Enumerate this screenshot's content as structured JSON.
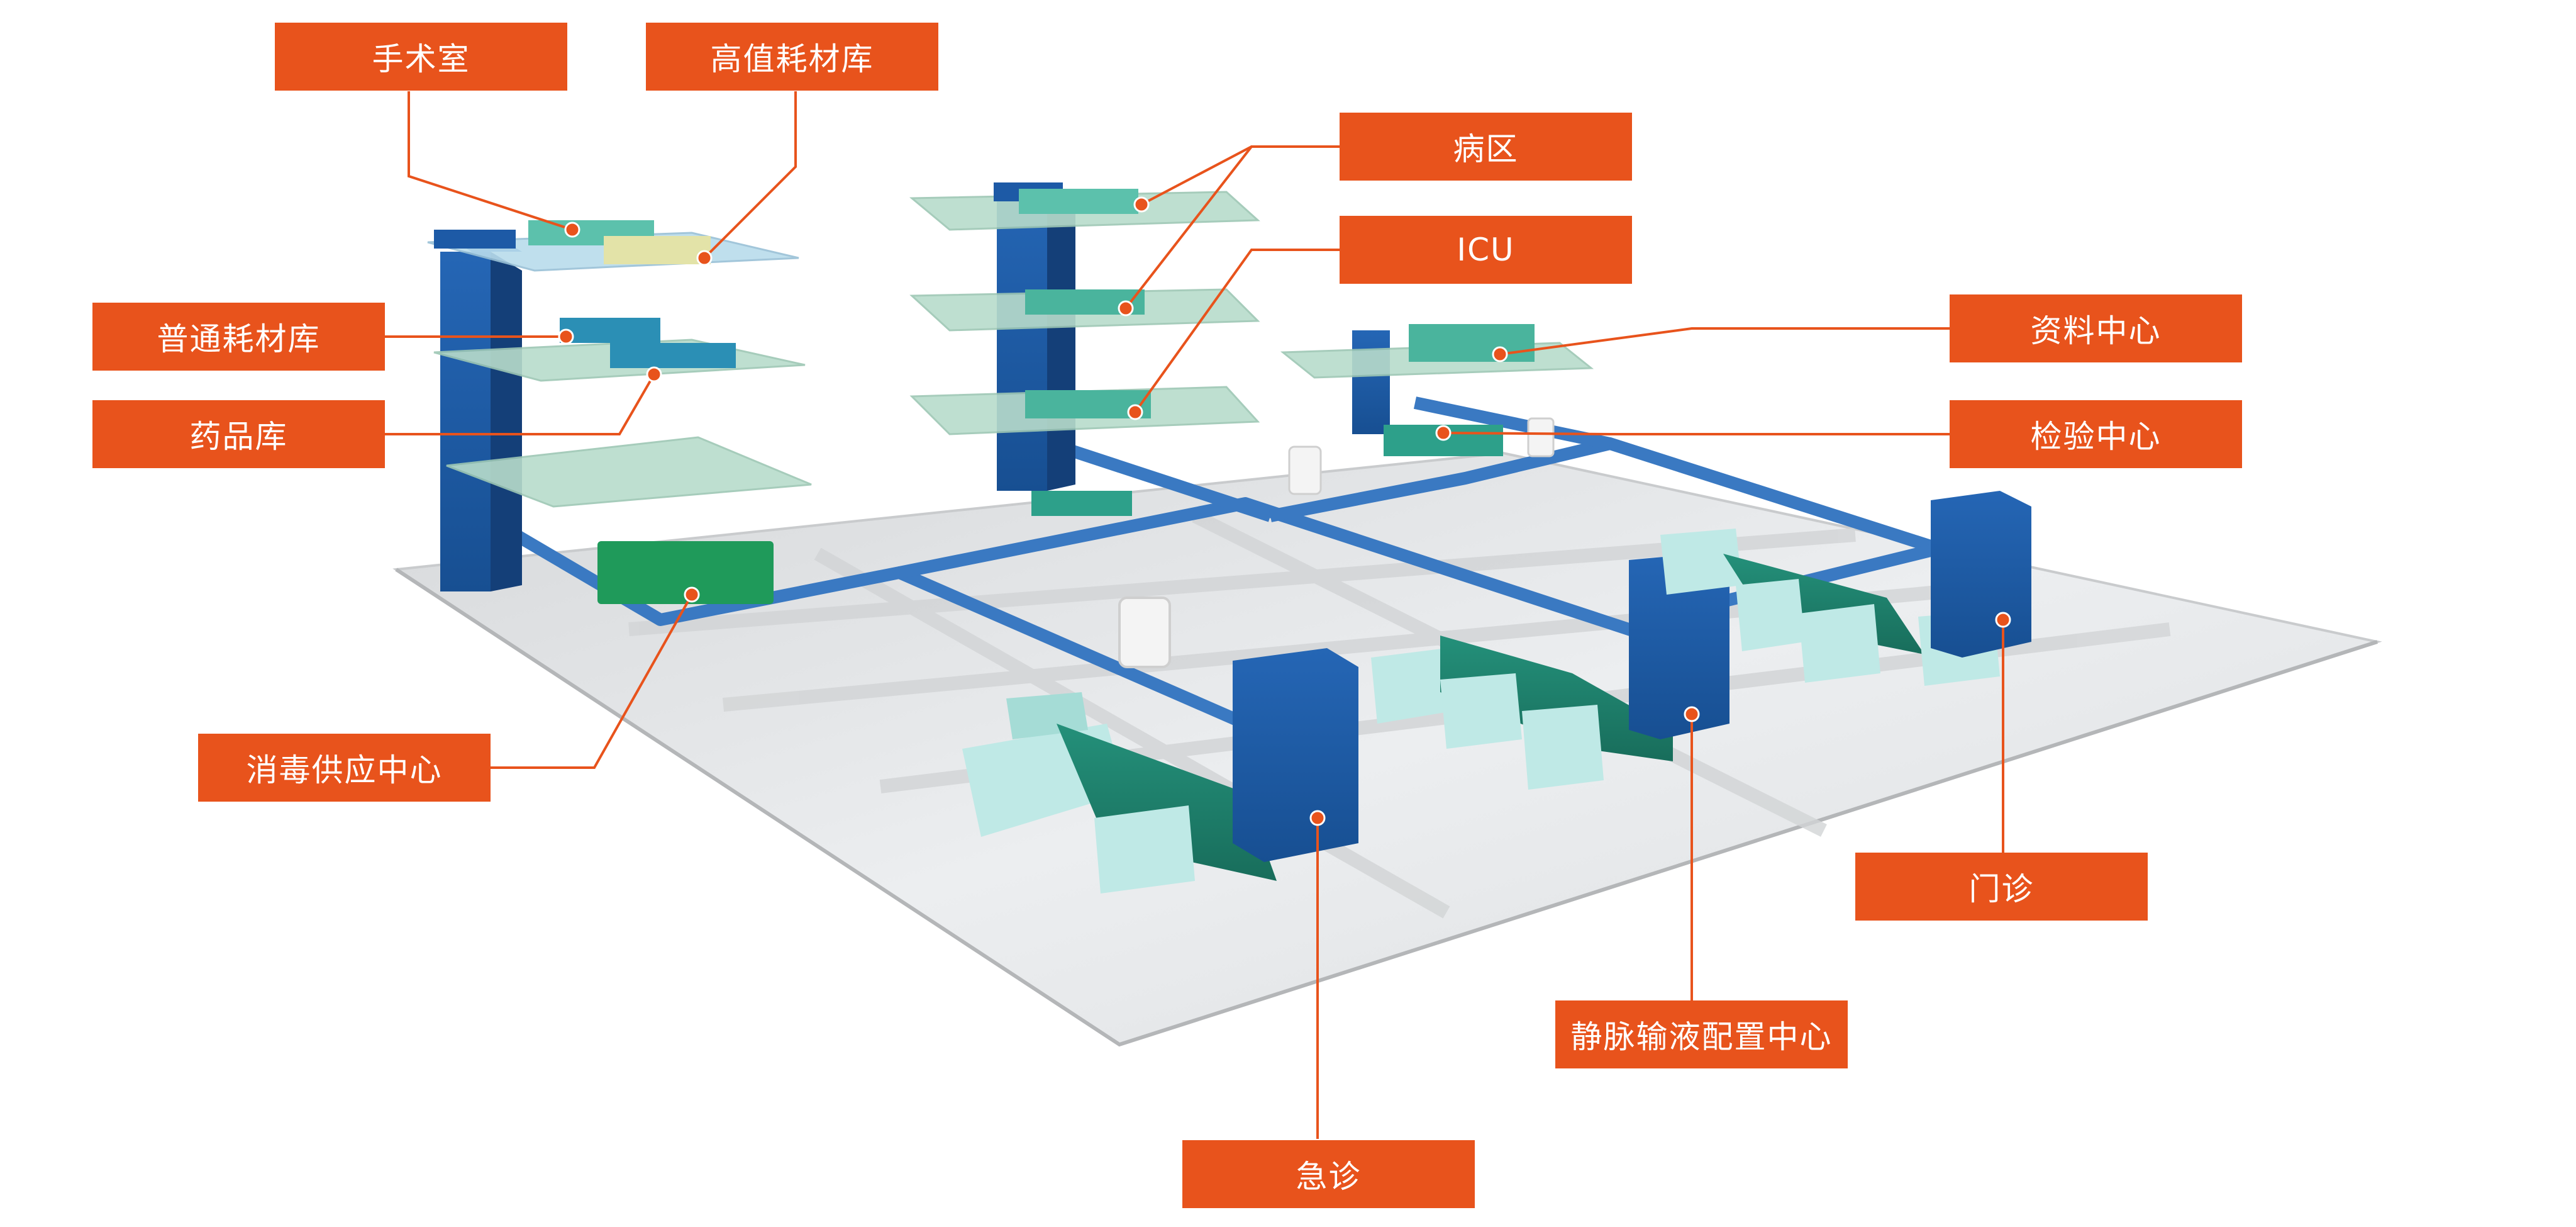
{
  "colors": {
    "label_bg": "#e8531c",
    "leader_line": "#e8531c",
    "building_blue": "#1d5aa6",
    "building_blue_dark": "#143f78",
    "ward_green": "#1f8a72",
    "ward_light": "#a8dcd6",
    "floor_glass": "#b8dccb",
    "ground": "#e2e4e6",
    "track": "#3a79c2"
  },
  "labels": {
    "operating_room": "手术室",
    "high_value_storage": "高值耗材库",
    "general_storage": "普通耗材库",
    "pharmacy": "药品库",
    "sterile_supply": "消毒供应中心",
    "ward": "病区",
    "icu": "ICU",
    "records_center": "资料中心",
    "lab_center": "检验中心",
    "outpatient": "门诊",
    "iv_center": "静脉输液配置中心",
    "emergency": "急诊"
  }
}
